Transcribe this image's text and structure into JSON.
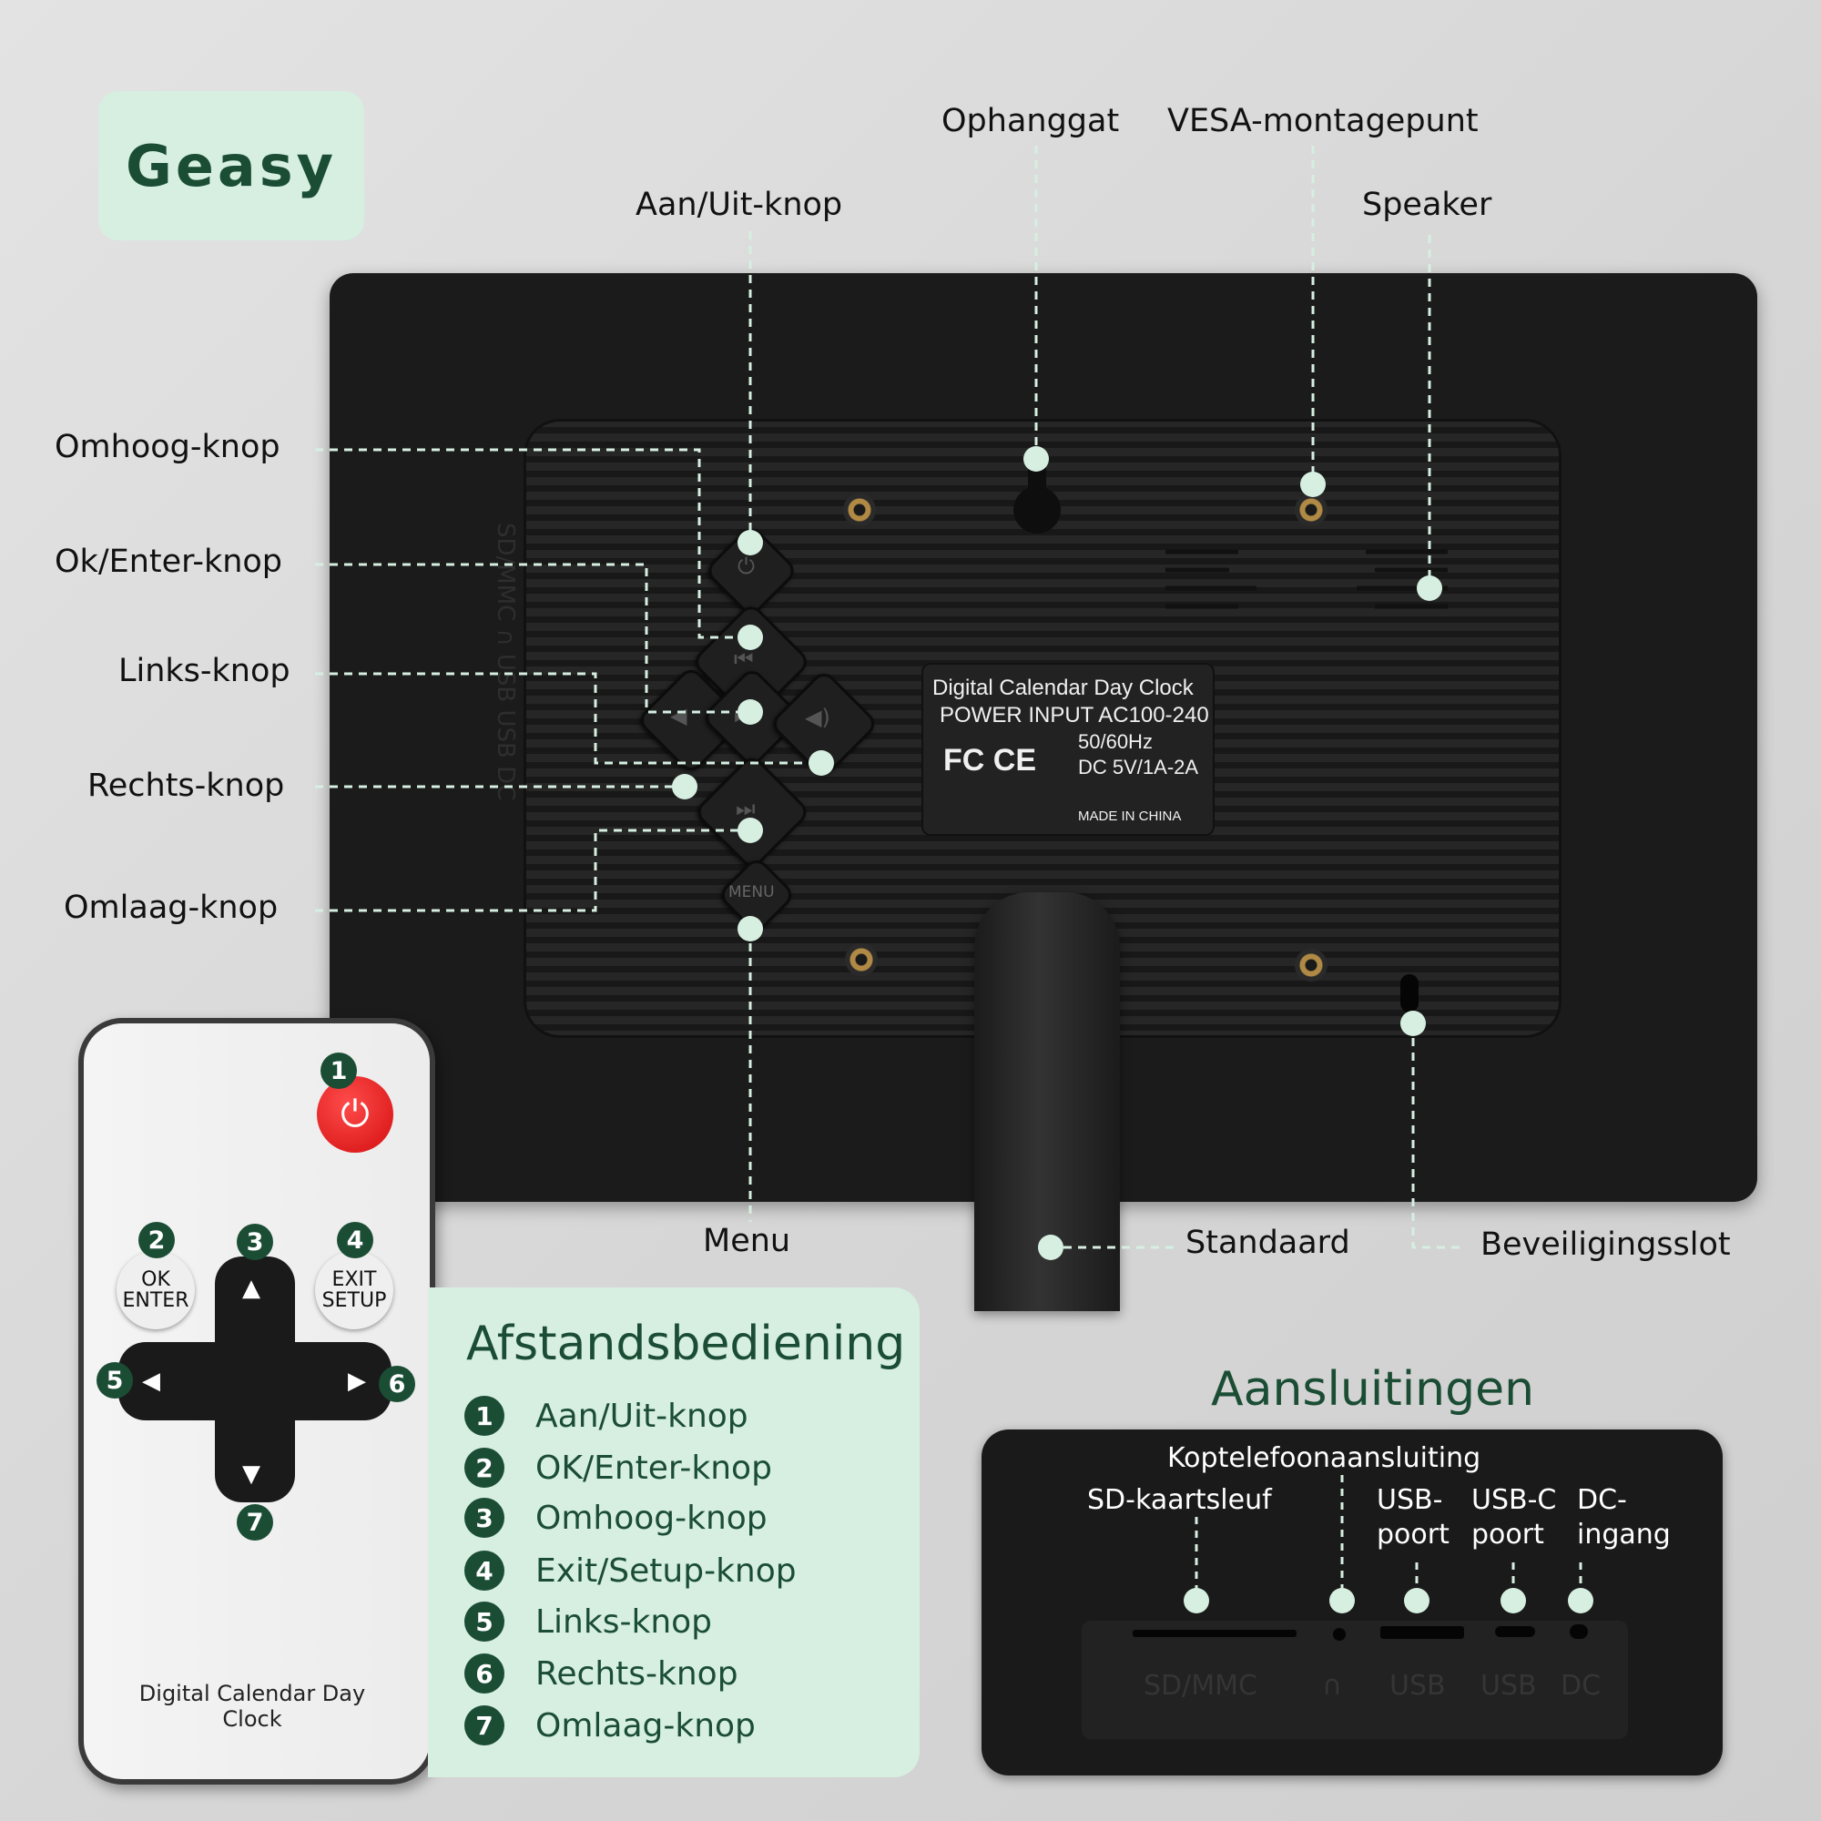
{
  "brand": {
    "logo_text": "Geasy",
    "accent": "#1b4d35",
    "panel_bg": "#d6efe1"
  },
  "device_labels": {
    "power": "Aan/Uit-knop",
    "hanging_hole": "Ophanggat",
    "vesa": "VESA-montagepunt",
    "speaker": "Speaker",
    "up": "Omhoog-knop",
    "ok_enter": "Ok/Enter-knop",
    "left": "Links-knop",
    "right": "Rechts-knop",
    "down": "Omlaag-knop",
    "menu": "Menu",
    "stand": "Standaard",
    "security_lock": "Beveiligingsslot"
  },
  "device": {
    "menu_key": "MENU",
    "side_ports": "SD/MMC  ∩  USB  USB  DC",
    "plate": {
      "line1": "Digital Calendar Day Clock",
      "line2": "POWER INPUT AC100-240",
      "line3": "50/60Hz",
      "line4": "DC 5V/1A-2A",
      "marks": "FC CE",
      "origin": "MADE IN CHINA"
    }
  },
  "remote": {
    "title": "Digital Calendar Day Clock",
    "ok_line1": "OK",
    "ok_line2": "ENTER",
    "exit_line1": "EXIT",
    "exit_line2": "SETUP",
    "numbers": [
      "1",
      "2",
      "3",
      "4",
      "5",
      "6",
      "7"
    ]
  },
  "legend": {
    "title": "Afstandsbediening",
    "items": [
      {
        "num": "1",
        "label": "Aan/Uit-knop"
      },
      {
        "num": "2",
        "label": "OK/Enter-knop"
      },
      {
        "num": "3",
        "label": "Omhoog-knop"
      },
      {
        "num": "4",
        "label": "Exit/Setup-knop"
      },
      {
        "num": "5",
        "label": "Links-knop"
      },
      {
        "num": "6",
        "label": "Rechts-knop"
      },
      {
        "num": "7",
        "label": "Omlaag-knop"
      }
    ]
  },
  "connections": {
    "title": "Aansluitingen",
    "headphone": "Koptelefoonaansluiting",
    "sd_slot": "SD-kaartsleuf",
    "usb_port_1": "USB-",
    "usb_port_2": "poort",
    "usbc_1": "USB-C",
    "usbc_2": "poort",
    "dc_1": "DC-",
    "dc_2": "ingang",
    "port_text": {
      "sd": "SD/MMC",
      "hp": "∩",
      "usb": "USB",
      "usbc": "USB",
      "dc": "DC"
    }
  }
}
